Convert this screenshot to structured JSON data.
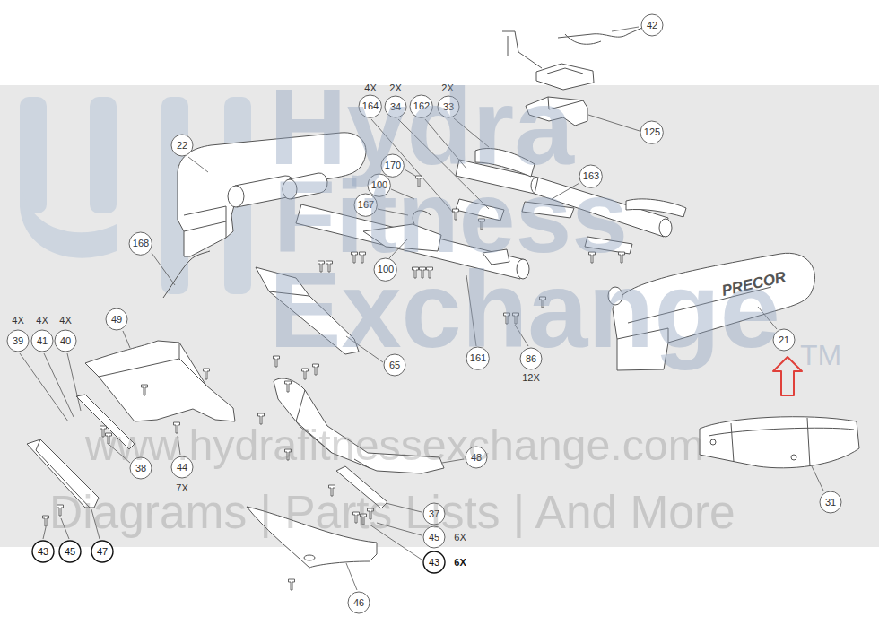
{
  "diagram": {
    "nodes": [
      {
        "text": [
          "42"
        ]
      },
      {
        "text": [
          "164"
        ]
      },
      {
        "text": [
          "34"
        ]
      },
      {
        "text": [
          "162"
        ]
      },
      {
        "text": [
          "33"
        ]
      },
      {
        "text": [
          "125"
        ]
      },
      {
        "text": [
          "22"
        ]
      },
      {
        "text": [
          "170"
        ]
      },
      {
        "text": [
          "163"
        ]
      },
      {
        "text": [
          "100"
        ]
      },
      {
        "text": [
          "167"
        ]
      },
      {
        "text": [
          "168"
        ]
      },
      {
        "text": [
          "100"
        ]
      },
      {
        "text": [
          "49"
        ]
      },
      {
        "text": [
          "39"
        ]
      },
      {
        "text": [
          "41"
        ]
      },
      {
        "text": [
          "40"
        ]
      },
      {
        "text": [
          "21"
        ]
      },
      {
        "text": [
          "161"
        ]
      },
      {
        "text": [
          "86"
        ]
      },
      {
        "text": [
          "65"
        ]
      },
      {
        "text": [
          "38"
        ]
      },
      {
        "text": [
          "44"
        ]
      },
      {
        "text": [
          "48"
        ]
      },
      {
        "text": [
          "31"
        ]
      },
      {
        "text": [
          "37"
        ]
      },
      {
        "text": [
          "45"
        ]
      },
      {
        "text": [
          "43"
        ]
      },
      {
        "text": [
          "45"
        ]
      },
      {
        "text": [
          "47"
        ]
      },
      {
        "text": [
          "43"
        ]
      },
      {
        "text": [
          "46"
        ]
      }
    ],
    "labels": [
      "4X",
      "2X",
      "2X",
      "4X",
      "4X",
      "4X",
      "12X",
      "7X",
      "6X",
      "6X",
      "PRECOR",
      "Hydra",
      "Fitness",
      "Exchange",
      "TM",
      "www.hydrafitnessexchange.com",
      "Diagrams | Parts Lists | And More"
    ]
  }
}
